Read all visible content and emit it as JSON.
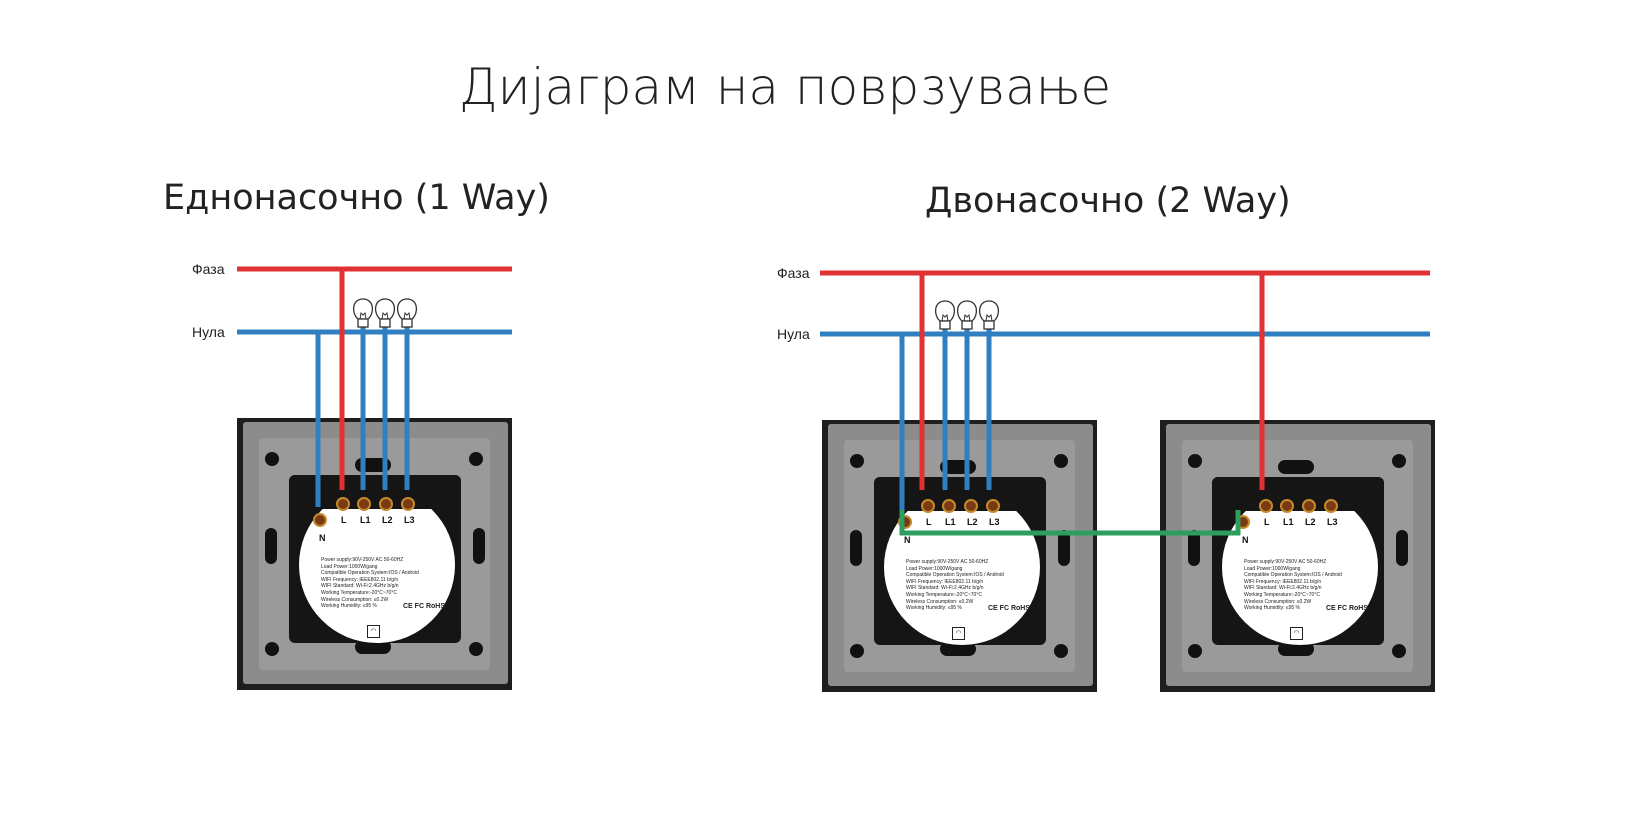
{
  "title": "Дијаграм на поврзување",
  "one_way": {
    "heading": "Еднонасочно (1 Way)",
    "phase_label": "Фаза",
    "neutral_label": "Нула"
  },
  "two_way": {
    "heading": "Двонасочно (2 Way)",
    "phase_label": "Фаза",
    "neutral_label": "Нула"
  },
  "switch_label": {
    "terminals": [
      "L",
      "L1",
      "L2",
      "L3"
    ],
    "neutral": "N",
    "specs": [
      "Power supply:90V-250V AC  50-60HZ",
      "Load Power:1000W/gang",
      "Compatible Operation System:IOS / Android",
      "WIFI Frequency: IEEE802.11 b/g/n",
      "WIFI Standard: Wi-Fi:2.4GHz b/g/n",
      "Working Temperature:-20°C~70°C",
      "Wireless Consumption: ≤0.2W",
      "Working Humidity: ≤95 %"
    ],
    "certifications": "CE FC RoHS"
  },
  "colors": {
    "phase": "#e03232",
    "neutral": "#2f7fc1",
    "traveler": "#2e9e5e"
  }
}
